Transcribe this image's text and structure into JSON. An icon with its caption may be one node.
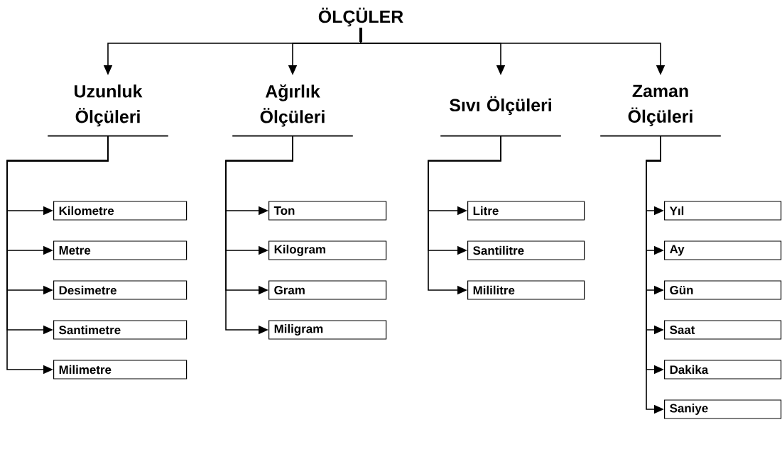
{
  "diagram": {
    "nodes": [
      {
        "text": [
          "ÖLÇÜLER"
        ]
      },
      {
        "text": [
          "Uzunluk Ölçüleri"
        ]
      },
      {
        "text": [
          "Kilometre"
        ]
      },
      {
        "text": [
          "Metre"
        ]
      },
      {
        "text": [
          "Desimetre"
        ]
      },
      {
        "text": [
          "Santimetre"
        ]
      },
      {
        "text": [
          "Milimetre"
        ]
      },
      {
        "text": [
          "Ağırlık Ölçüleri"
        ]
      },
      {
        "text": [
          "Ton"
        ]
      },
      {
        "text": [
          "Kilogram"
        ]
      },
      {
        "text": [
          "Gram"
        ]
      },
      {
        "text": [
          "Miligram"
        ]
      },
      {
        "text": [
          "Sıvı Ölçüleri"
        ]
      },
      {
        "text": [
          "Litre"
        ]
      },
      {
        "text": [
          "Santilitre"
        ]
      },
      {
        "text": [
          "Mililitre"
        ]
      },
      {
        "text": [
          "Zaman Ölçüleri"
        ]
      },
      {
        "text": [
          "Yıl"
        ]
      },
      {
        "text": [
          "Ay"
        ]
      },
      {
        "text": [
          "Gün"
        ]
      },
      {
        "text": [
          "Saat"
        ]
      },
      {
        "text": [
          "Dakika"
        ]
      },
      {
        "text": [
          "Saniye"
        ]
      }
    ],
    "edges": [
      {
        "from": 0,
        "to": 1,
        "arrow": "to"
      },
      {
        "from": 0,
        "to": 7,
        "arrow": "to"
      },
      {
        "from": 0,
        "to": 12,
        "arrow": "to"
      },
      {
        "from": 0,
        "to": 16,
        "arrow": "to"
      },
      {
        "from": 1,
        "to": 2,
        "arrow": "to"
      },
      {
        "from": 1,
        "to": 3,
        "arrow": "to"
      },
      {
        "from": 1,
        "to": 4,
        "arrow": "to"
      },
      {
        "from": 1,
        "to": 5,
        "arrow": "to"
      },
      {
        "from": 1,
        "to": 6,
        "arrow": "to"
      },
      {
        "from": 7,
        "to": 8,
        "arrow": "to"
      },
      {
        "from": 7,
        "to": 9,
        "arrow": "to"
      },
      {
        "from": 7,
        "to": 10,
        "arrow": "to"
      },
      {
        "from": 7,
        "to": 11,
        "arrow": "to"
      },
      {
        "from": 12,
        "to": 13,
        "arrow": "to"
      },
      {
        "from": 12,
        "to": 14,
        "arrow": "to"
      },
      {
        "from": 12,
        "to": 15,
        "arrow": "to"
      },
      {
        "from": 16,
        "to": 17,
        "arrow": "to"
      },
      {
        "from": 16,
        "to": 18,
        "arrow": "to"
      },
      {
        "from": 16,
        "to": 19,
        "arrow": "to"
      },
      {
        "from": 16,
        "to": 20,
        "arrow": "to"
      },
      {
        "from": 16,
        "to": 21,
        "arrow": "to"
      },
      {
        "from": 16,
        "to": 22,
        "arrow": "to"
      }
    ]
  }
}
